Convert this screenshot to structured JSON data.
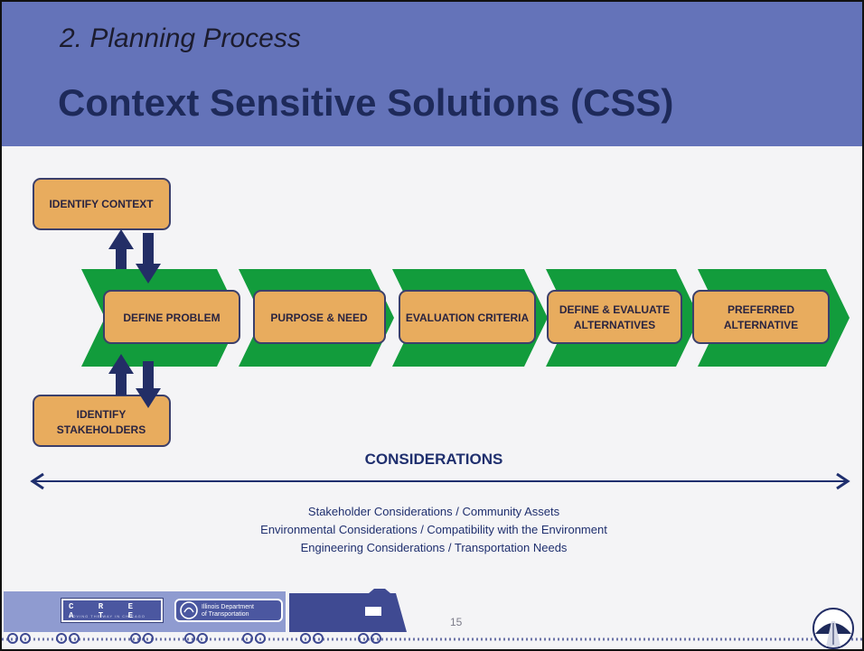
{
  "slide": {
    "subtitle": "2. Planning Process",
    "title": "Context Sensitive Solutions (CSS)",
    "page_number": "15"
  },
  "process": {
    "side_boxes": {
      "top": "IDENTIFY CONTEXT",
      "bottom_line1": "IDENTIFY",
      "bottom_line2": "STAKEHOLDERS"
    },
    "steps": [
      {
        "line1": "DEFINE PROBLEM",
        "line2": ""
      },
      {
        "line1": "PURPOSE & NEED",
        "line2": ""
      },
      {
        "line1": "EVALUATION CRITERIA",
        "line2": ""
      },
      {
        "line1": "DEFINE & EVALUATE",
        "line2": "ALTERNATIVES"
      },
      {
        "line1": "PREFERRED",
        "line2": "ALTERNATIVE"
      }
    ]
  },
  "considerations": {
    "heading": "CONSIDERATIONS",
    "items": [
      "Stakeholder Considerations / Community Assets",
      "Environmental Considerations / Compatibility with the Environment",
      "Engineering Considerations / Transportation Needs"
    ]
  },
  "footer": {
    "create_logo": "C R E A T E",
    "create_tagline": "MOVING THE WAY IN CHICAGO",
    "idot_logo_line1": "Illinois Department",
    "idot_logo_line2": "of Transportation"
  },
  "colors": {
    "header_bg": "#6473b9",
    "title": "#1e2a5a",
    "chevron_green": "#129c3c",
    "box_fill": "#e8ac5e",
    "box_border": "#3b3f6b",
    "arrow_navy": "#232e66",
    "text_navy": "#1f2f6e"
  }
}
